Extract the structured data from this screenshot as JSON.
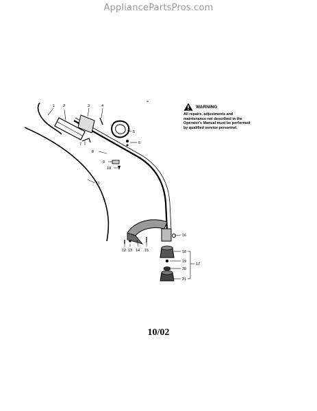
{
  "watermark": "AppliancePartsPros.com",
  "warning": {
    "title": "WARNING",
    "text": "All repairs, adjustments and maintenance not described in the Operator's Manual must be performed by qualified service personnel."
  },
  "callouts": {
    "c1": "1",
    "c2": "2",
    "c3": "3",
    "c4": "4",
    "c5": "5",
    "c6": "6",
    "c7": "7",
    "c8": "8",
    "c9": "9",
    "c10": "10",
    "c11": "11",
    "c12": "12",
    "c13": "13",
    "c14": "14",
    "c15": "15",
    "c16": "16",
    "c17": "17",
    "c18": "18",
    "c19": "19",
    "c20": "20",
    "c21": "21"
  },
  "date_code": "10/02",
  "icons": {
    "warning": "warning-triangle-icon"
  }
}
